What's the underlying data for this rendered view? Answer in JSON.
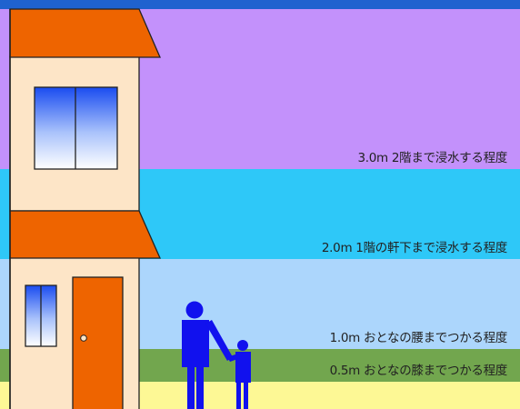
{
  "diagram": {
    "levels": [
      {
        "id": "level-3m",
        "label": "3.0m 2階まで浸水する程度",
        "color": "#c391fb"
      },
      {
        "id": "level-2m",
        "label": "2.0m 1階の軒下まで浸水する程度",
        "color": "#2ec8f8"
      },
      {
        "id": "level-1m",
        "label": "1.0m おとなの腰までつかる程度",
        "color": "#acd6fc"
      },
      {
        "id": "level-05m",
        "label": "0.5m おとなの膝までつかる程度",
        "color": "#72a64e"
      },
      {
        "id": "level-0m",
        "label": "",
        "color": "#fdf895"
      }
    ],
    "colors": {
      "top_border": "#1f62cf",
      "roof": "#ee6400",
      "wall": "#fde5c7",
      "door": "#ee6400",
      "person": "#1111ee",
      "map_background": "#ffffff"
    }
  }
}
